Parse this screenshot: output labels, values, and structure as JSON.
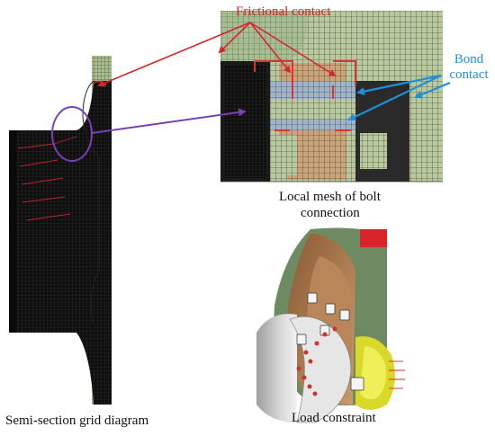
{
  "labels": {
    "frictional_contact": "Frictional contact",
    "bond_contact_line1": "Bond",
    "bond_contact_line2": "contact"
  },
  "captions": {
    "local_mesh_line1": "Local mesh of bolt",
    "local_mesh_line2": "connection",
    "semi_section": "Semi-section grid diagram",
    "load_constraint": "Load constraint"
  },
  "colors": {
    "frictional": "#d8242a",
    "bond": "#1e90d8",
    "highlight_circle": "#7a3fb5",
    "mesh_green": "#b9cba0",
    "mesh_tan": "#c7a27c",
    "mesh_dark": "#1d1d1d"
  }
}
